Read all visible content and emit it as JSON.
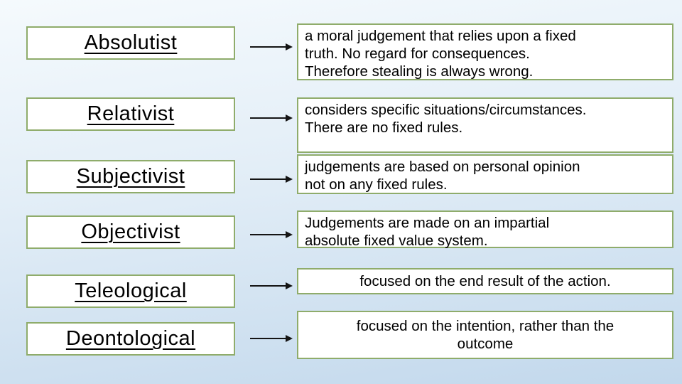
{
  "slide": {
    "rows": [
      {
        "term": "Absolutist",
        "definition": "a moral judgement that relies upon a fixed\ntruth. No regard for consequences.\nTherefore stealing is always wrong."
      },
      {
        "term": "Relativist",
        "definition": "considers specific situations/circumstances.\nThere are no fixed rules."
      },
      {
        "term": "Subjectivist",
        "definition": "judgements are based on personal opinion\nnot on any fixed rules."
      },
      {
        "term": "Objectivist",
        "definition": "Judgements are made on an impartial\nabsolute fixed value system."
      },
      {
        "term": "Teleological",
        "definition": "focused on the end result of the action."
      },
      {
        "term": "Deontological",
        "definition": "focused on the intention, rather than the\noutcome"
      }
    ],
    "colors": {
      "box_border": "#8fac6b",
      "box_fill": "#ffffff",
      "text": "#000000",
      "arrow": "#141414",
      "background_top": "#f5fafd",
      "background_bottom": "#c2d8ec"
    }
  }
}
